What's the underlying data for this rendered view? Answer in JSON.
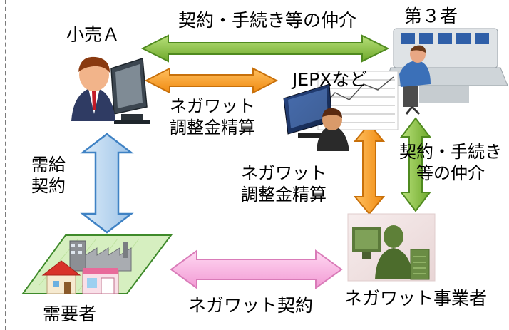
{
  "nodes": {
    "retailer": {
      "label": "小売Ａ",
      "icon": "businessman-computer-icon"
    },
    "third_party": {
      "label": "第３者",
      "icon": "operator-control-room-icon"
    },
    "exchange": {
      "label": "JEPXなど",
      "icon": "trader-monitor-icon"
    },
    "consumer": {
      "label": "需要者",
      "icon": "town-factory-icon"
    },
    "negawatt_operator": {
      "label": "ネガワット事業者",
      "icon": "silhouette-worker-computer-icon"
    }
  },
  "edges": {
    "retailer_third_party": {
      "label": "契約・手続き等の仲介",
      "color": "#8ec641"
    },
    "retailer_exchange": {
      "label_line1": "ネガワット",
      "label_line2": "調整金精算",
      "color": "#f7a021"
    },
    "retailer_consumer": {
      "label_line1": "需給",
      "label_line2": "契約",
      "color": "#4a8fcf"
    },
    "exchange_operator": {
      "label_line1": "ネガワット",
      "label_line2": "調整金精算",
      "color": "#f7a021"
    },
    "third_party_operator": {
      "label_line1": "契約・手続き",
      "label_line2": "等の仲介",
      "color": "#8ec641"
    },
    "consumer_operator": {
      "label": "ネガワット契約",
      "color": "#f6a3d8"
    }
  }
}
